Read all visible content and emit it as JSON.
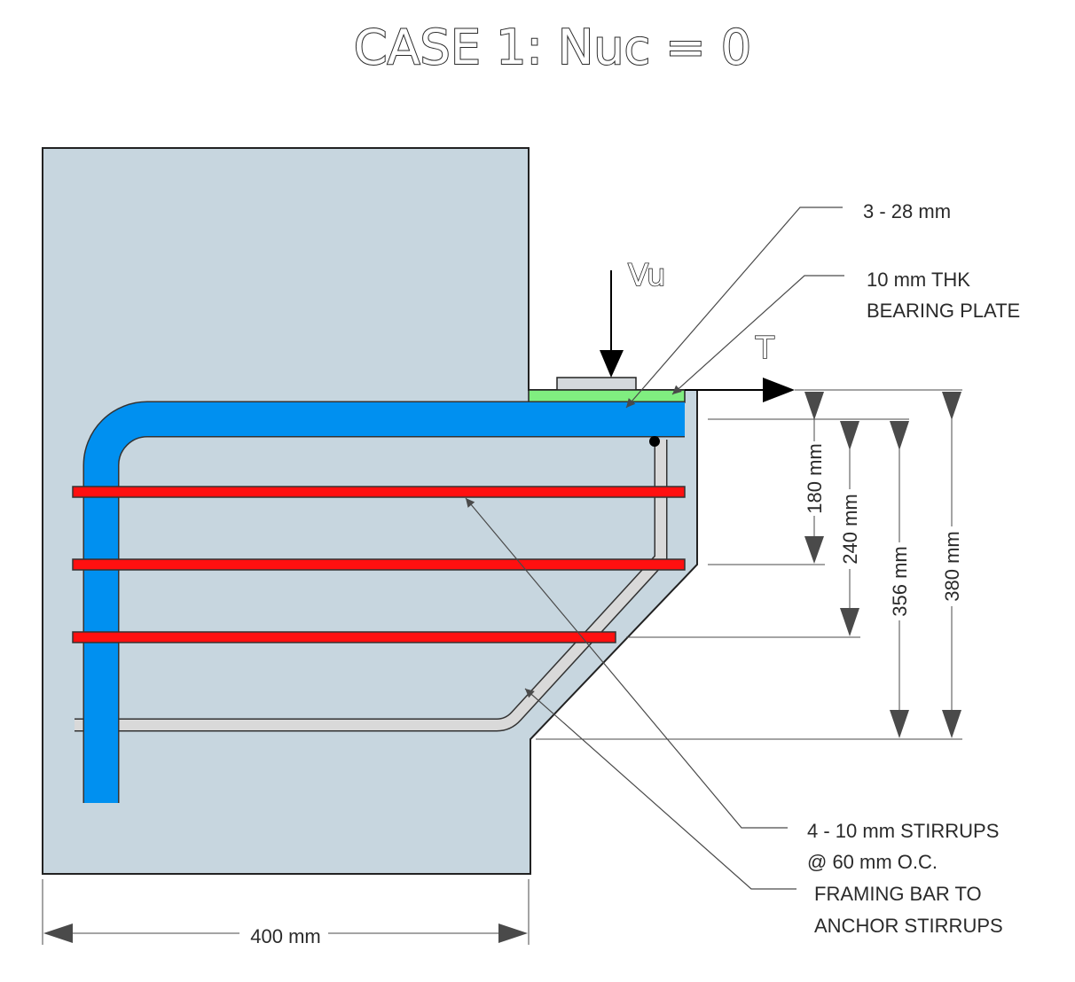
{
  "title": "CASE 1: Nuc = 0",
  "forces": {
    "vertical": "Vu",
    "horizontal": "T"
  },
  "callouts": {
    "main_bars": "3 - 28 mm",
    "plate_line1": "10 mm THK",
    "plate_line2": "BEARING PLATE",
    "stirrups_line1": "4 - 10 mm STIRRUPS",
    "stirrups_line2": "@ 60 mm O.C.",
    "framing_line1": "FRAMING BAR TO",
    "framing_line2": "ANCHOR STIRRUPS"
  },
  "dimensions": {
    "width": "400 mm",
    "d1": "180 mm",
    "d2": "240 mm",
    "d3": "356 mm",
    "d4": "380 mm"
  },
  "colors": {
    "concrete": "#c7d6df",
    "main_bar": "#0090f0",
    "stirrup": "#ff1010",
    "framing_bar": "#d9d9d9",
    "bearing_plate": "#80ee80",
    "load_pad": "#d4d8dc"
  }
}
